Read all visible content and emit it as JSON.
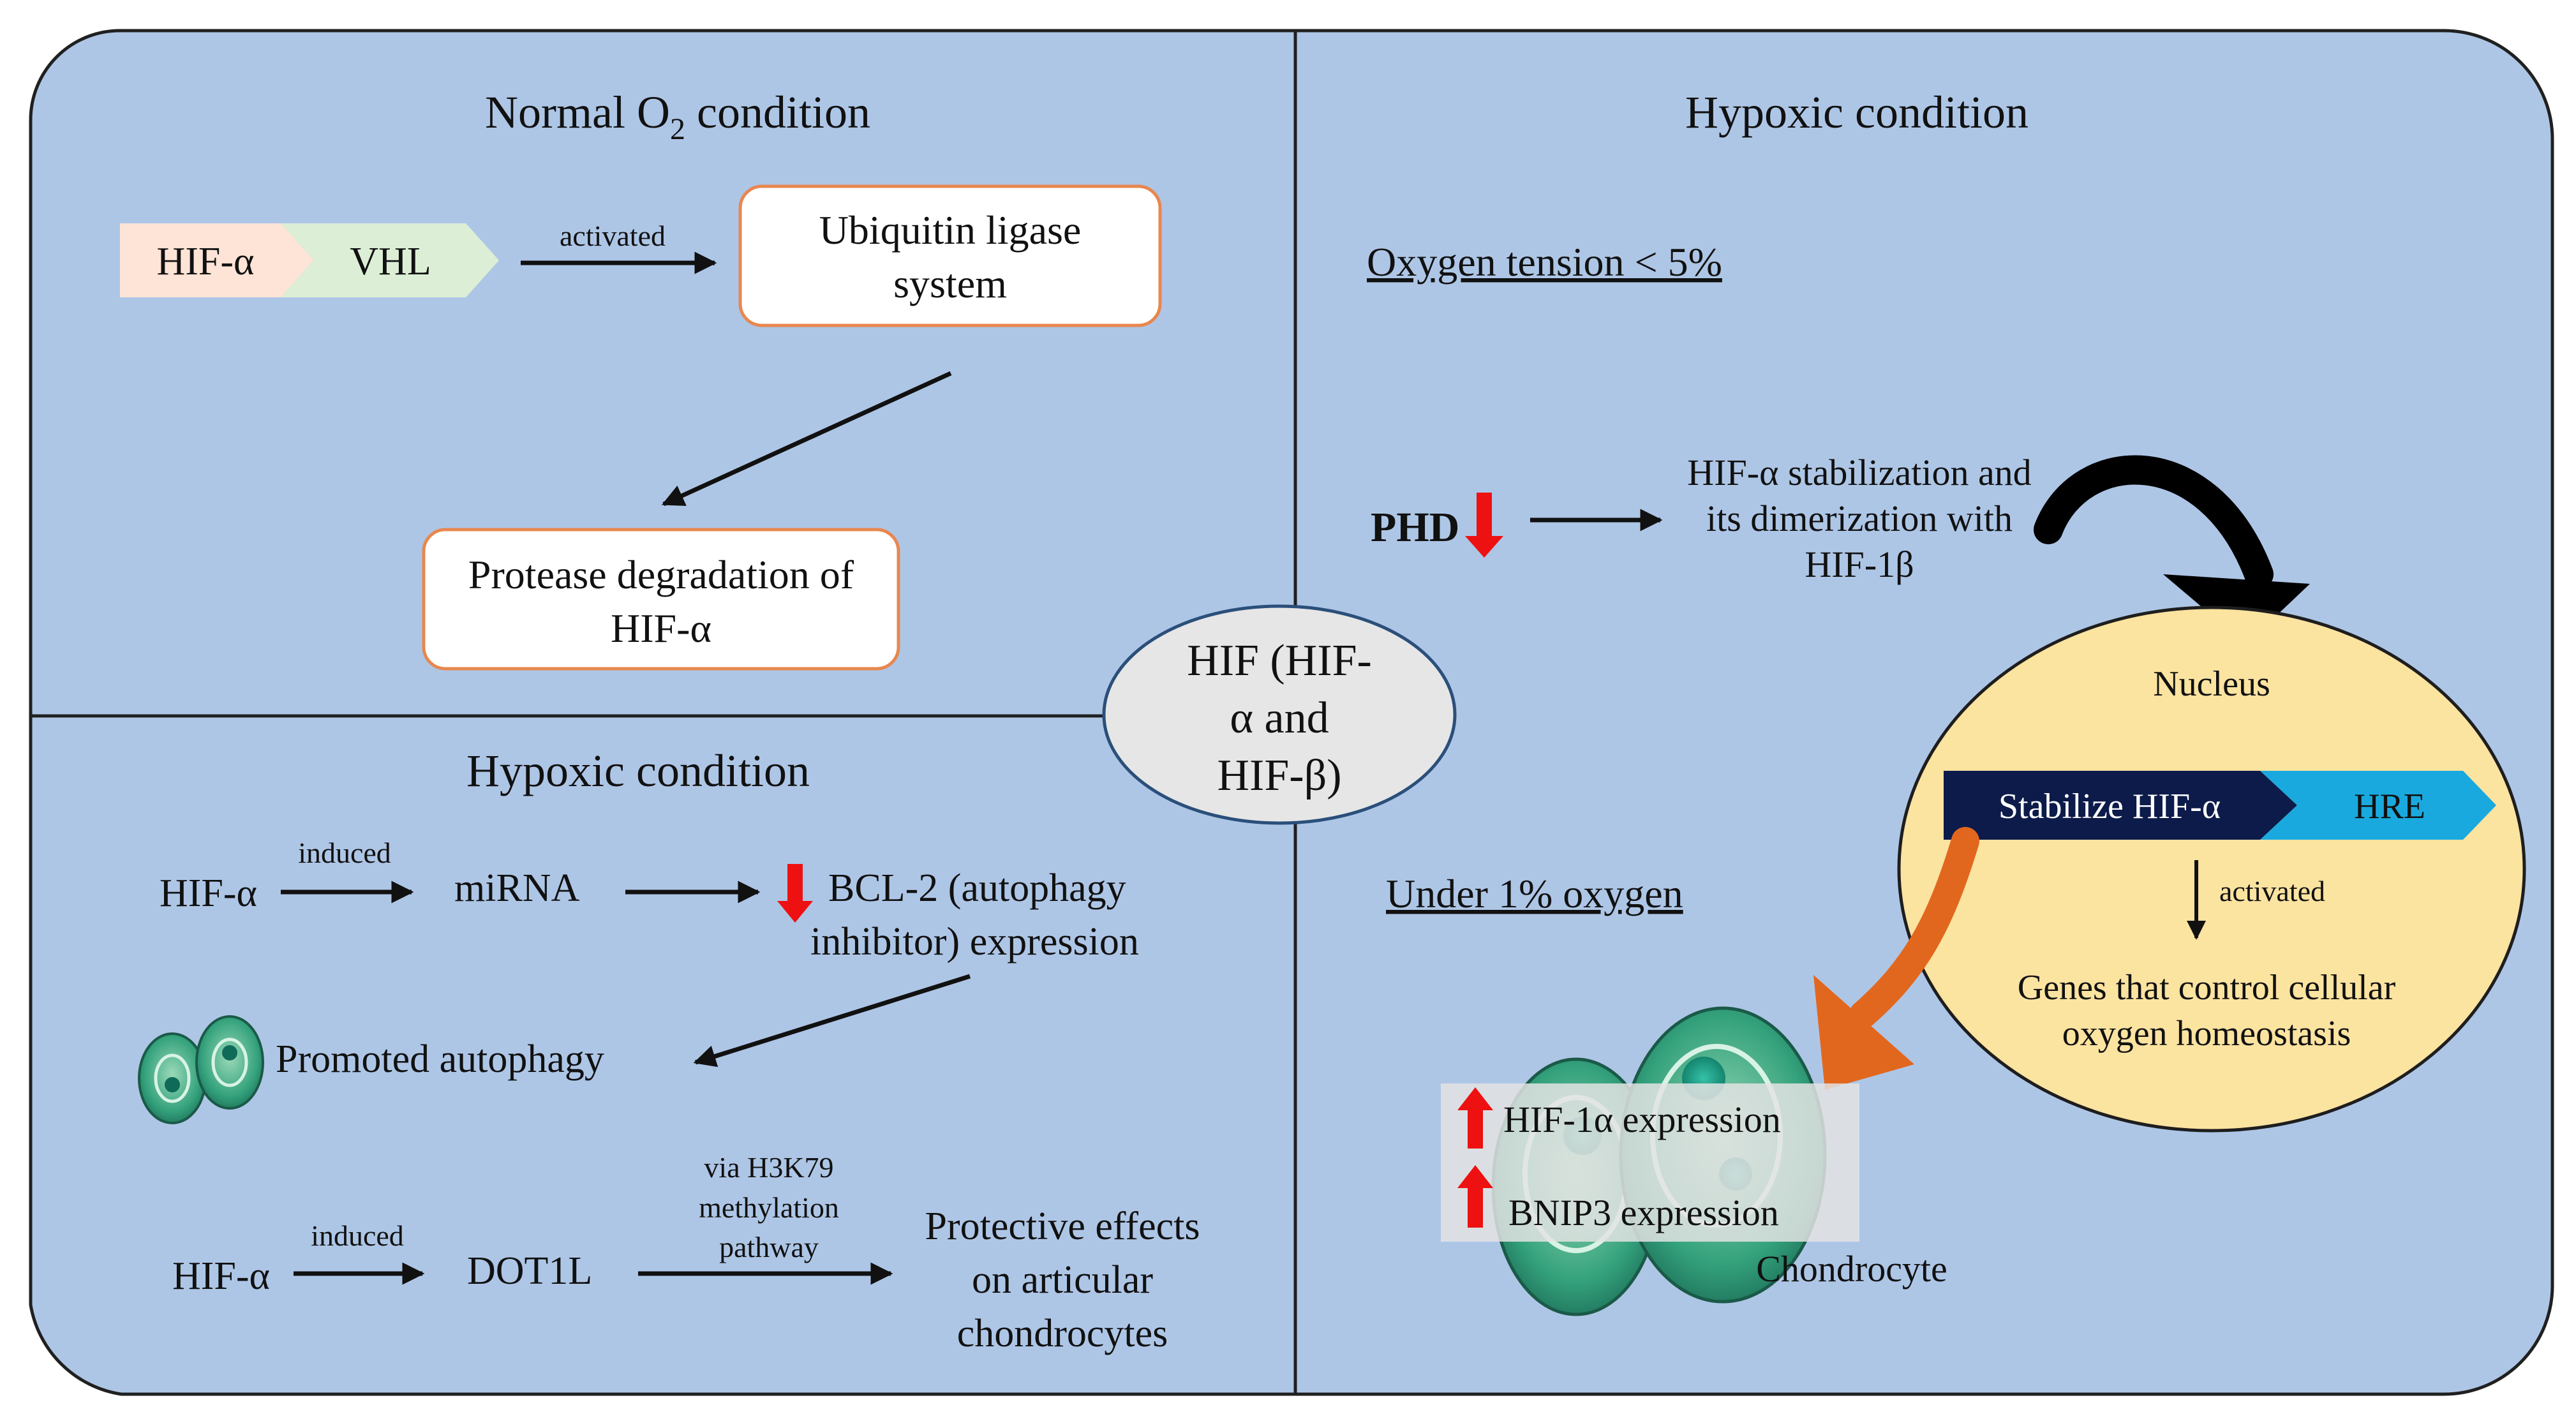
{
  "colors": {
    "panel_bg": "#aec6e6",
    "panel_border": "#202020",
    "hif_alpha_tag": "#fde4d6",
    "vhl_tag": "#dcefd6",
    "box_border": "#e8874f",
    "box_fill": "#ffffff",
    "center_ellipse": "#e6e6e6",
    "nucleus_fill": "#fbe3a0",
    "stabilize_tag": "#0d1b4a",
    "hre_tag": "#1aa9de",
    "red_arrow": "#ee1111",
    "orange_arrow": "#e2671e",
    "chondrocyte_green": "#2f9f7a",
    "expression_box": "#e3e3e3"
  },
  "center": {
    "line1": "HIF (HIF-",
    "line2": "α and",
    "line3": "HIF-β)"
  },
  "top_left": {
    "title_prefix": "Normal O",
    "title_sub": "2",
    "title_suffix": " condition",
    "hif_alpha": "HIF-α",
    "vhl": "VHL",
    "activated": "activated",
    "ubiquitin_line1": "Ubiquitin ligase",
    "ubiquitin_line2": "system",
    "protease_line1": "Protease degradation of",
    "protease_line2": "HIF-α"
  },
  "top_right": {
    "title": "Hypoxic condition",
    "oxygen_tension": "Oxygen tension < 5%",
    "phd": "PHD",
    "stab_line1": "HIF-α stabilization and",
    "stab_line2": "its dimerization with",
    "stab_line3": "HIF-1β",
    "nucleus": "Nucleus",
    "stabilize_hif": "Stabilize HIF-α",
    "hre": "HRE",
    "activated": "activated",
    "genes_line1": "Genes that control cellular",
    "genes_line2": "oxygen homeostasis"
  },
  "bottom_left": {
    "title": "Hypoxic condition",
    "hif_alpha_1": "HIF-α",
    "induced_1": "induced",
    "mirna": "miRNA",
    "bcl2_line1": "BCL-2 (autophagy",
    "bcl2_line2": "inhibitor) expression",
    "promoted_autophagy": "Promoted autophagy",
    "hif_alpha_2": "HIF-α",
    "induced_2": "induced",
    "dot1l": "DOT1L",
    "via_line1": "via H3K79",
    "via_line2": "methylation",
    "via_line3": "pathway",
    "protective_line1": "Protective effects",
    "protective_line2": "on articular",
    "protective_line3": "chondrocytes"
  },
  "bottom_right": {
    "under_1": "Under 1% oxygen",
    "hif1a_expression": "HIF-1α expression",
    "bnip3_expression": "BNIP3 expression",
    "chondrocyte": "Chondrocyte"
  }
}
